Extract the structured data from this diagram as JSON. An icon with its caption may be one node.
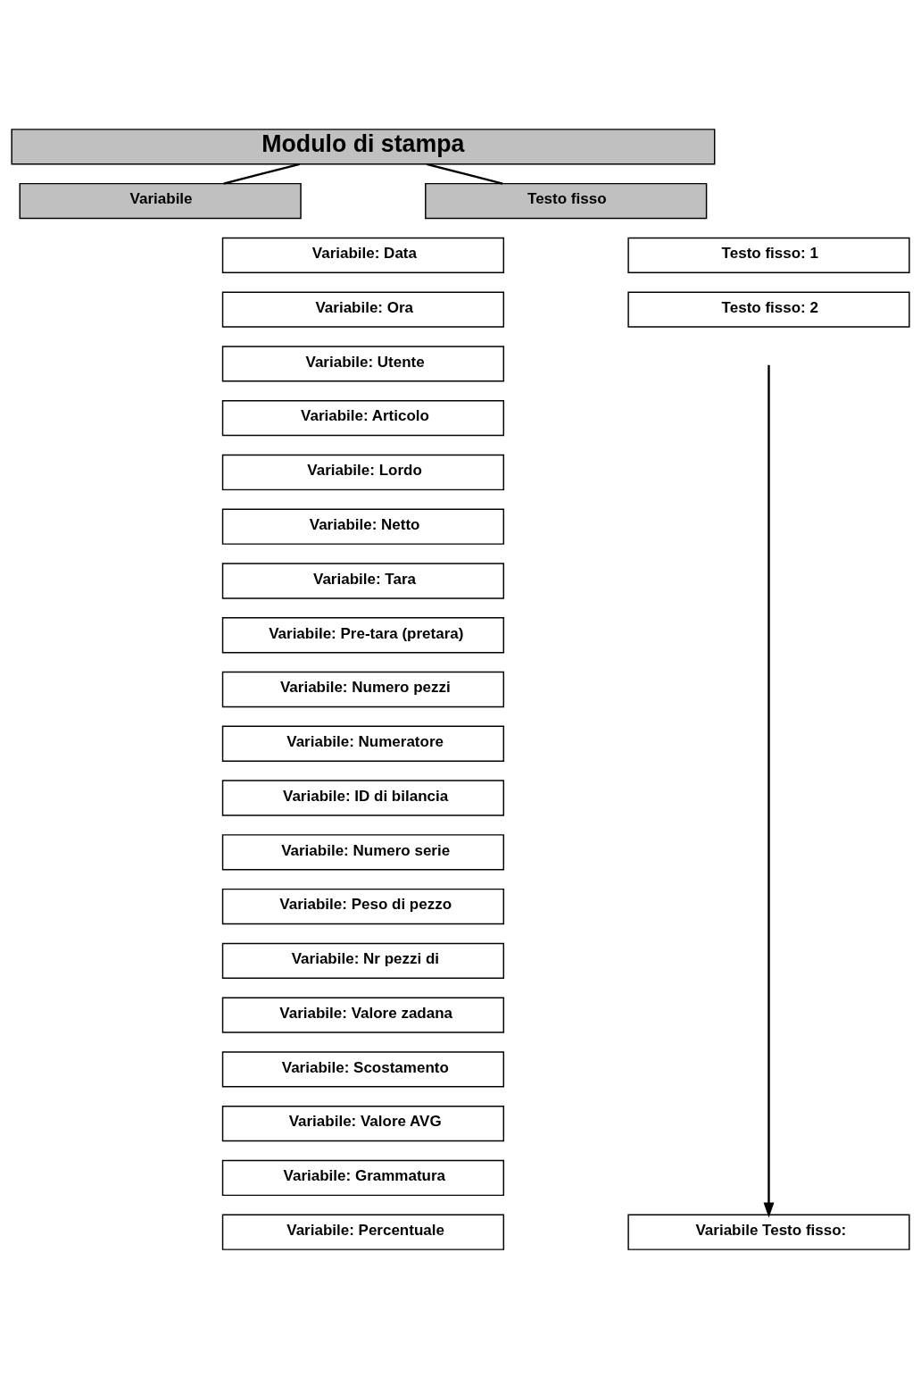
{
  "diagram": {
    "nodes": [
      {
        "text": [
          "Modulo di stampa"
        ]
      },
      {
        "text": [
          "Variabile"
        ]
      },
      {
        "text": [
          "Testo fisso"
        ]
      },
      {
        "text": [
          "Variabile: Data"
        ]
      },
      {
        "text": [
          "Variabile: Ora"
        ]
      },
      {
        "text": [
          "Variabile: Utente"
        ]
      },
      {
        "text": [
          "Variabile: Articolo"
        ]
      },
      {
        "text": [
          "Variabile: Lordo"
        ]
      },
      {
        "text": [
          "Variabile: Netto"
        ]
      },
      {
        "text": [
          "Variabile: Tara"
        ]
      },
      {
        "text": [
          "Variabile: Pre-tara (pretara)"
        ]
      },
      {
        "text": [
          "Variabile: Numero pezzi"
        ]
      },
      {
        "text": [
          "Variabile: Numeratore"
        ]
      },
      {
        "text": [
          "Variabile: ID di bilancia"
        ]
      },
      {
        "text": [
          "Variabile: Numero serie"
        ]
      },
      {
        "text": [
          "Variabile: Peso di pezzo"
        ]
      },
      {
        "text": [
          "Variabile: Nr pezzi di"
        ]
      },
      {
        "text": [
          "Variabile: Valore zadana"
        ]
      },
      {
        "text": [
          "Variabile: Scostamento"
        ]
      },
      {
        "text": [
          "Variabile: Valore AVG"
        ]
      },
      {
        "text": [
          "Variabile: Grammatura"
        ]
      },
      {
        "text": [
          "Variabile: Percentuale"
        ]
      },
      {
        "text": [
          "Testo fisso: 1"
        ]
      },
      {
        "text": [
          "Testo fisso: 2"
        ]
      },
      {
        "text": [
          "Variabile Testo fisso:"
        ]
      }
    ],
    "edges": [
      {
        "from": 0,
        "to": 1,
        "arrow": "none"
      },
      {
        "from": 0,
        "to": 2,
        "arrow": "none"
      },
      {
        "from": null,
        "to": 24,
        "arrow": "to"
      }
    ]
  }
}
